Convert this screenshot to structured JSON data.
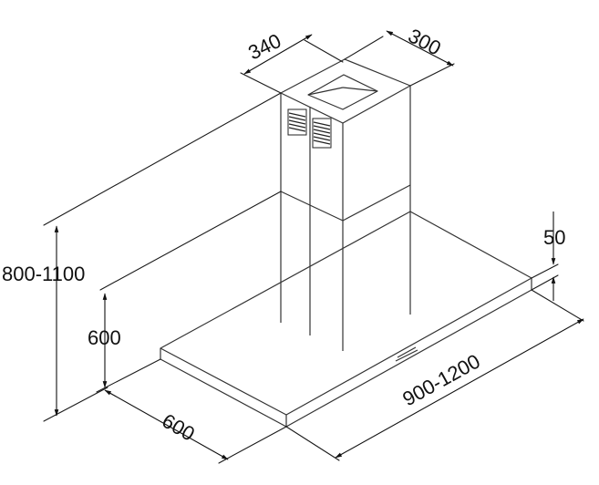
{
  "dimensions": {
    "chimney_width": "340",
    "chimney_depth": "300",
    "overall_height": "800-1100",
    "canopy_height": "600",
    "canopy_thickness": "50",
    "canopy_width": "900-1200",
    "canopy_depth": "600"
  },
  "colors": {
    "line": "#1a1a1a",
    "background": "#ffffff"
  }
}
